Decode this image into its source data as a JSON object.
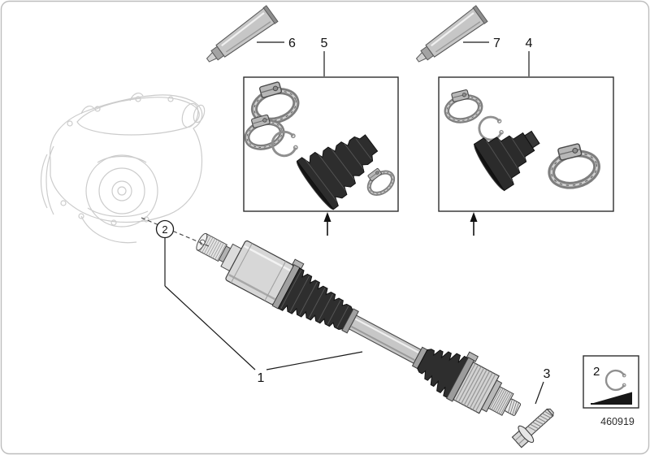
{
  "diagram": {
    "number": "460919",
    "callouts": {
      "c1": "1",
      "c2": "2",
      "c3": "3",
      "c4": "4",
      "c5": "5",
      "c6": "6",
      "c7": "7",
      "legend2": "2"
    }
  }
}
